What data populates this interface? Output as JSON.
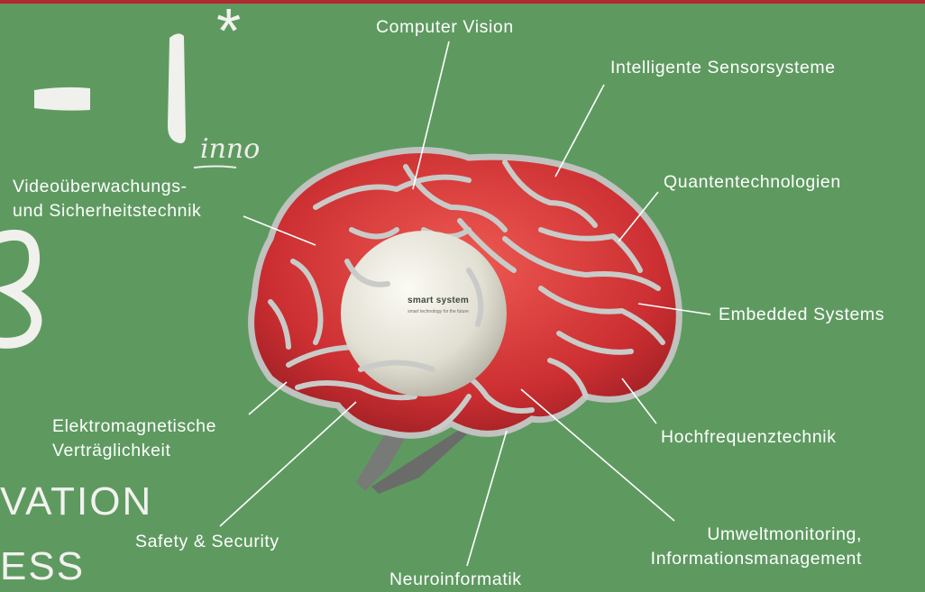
{
  "chalk": {
    "star": "*",
    "subscript": "inno",
    "word1": "VATION",
    "word2": "ESS"
  },
  "labels": {
    "computer_vision": "Computer Vision",
    "intelligente_sensorsysteme": "Intelligente Sensorsysteme",
    "quantentechnologien": "Quantentechnologien",
    "embedded_systems": "Embedded Systems",
    "hochfrequenztechnik": "Hochfrequenztechnik",
    "umweltmonitoring_line1": "Umweltmonitoring,",
    "umweltmonitoring_line2": "Informationsmanagement",
    "neuroinformatik": "Neuroinformatik",
    "safety_security": "Safety & Security",
    "elektromagnetische_line1": "Elektromagnetische",
    "elektromagnetische_line2": "Verträglichkeit",
    "video_line1": "Videoüberwachungs-",
    "video_line2": "und Sicherheitstechnik"
  },
  "ball": {
    "brand": "smart system",
    "tagline": "smart technology for the future"
  },
  "colors": {
    "board": "#5e9a60",
    "brain_red": "#d8383a",
    "fold": "#c7c9c6",
    "top_bar": "#b02a30"
  }
}
